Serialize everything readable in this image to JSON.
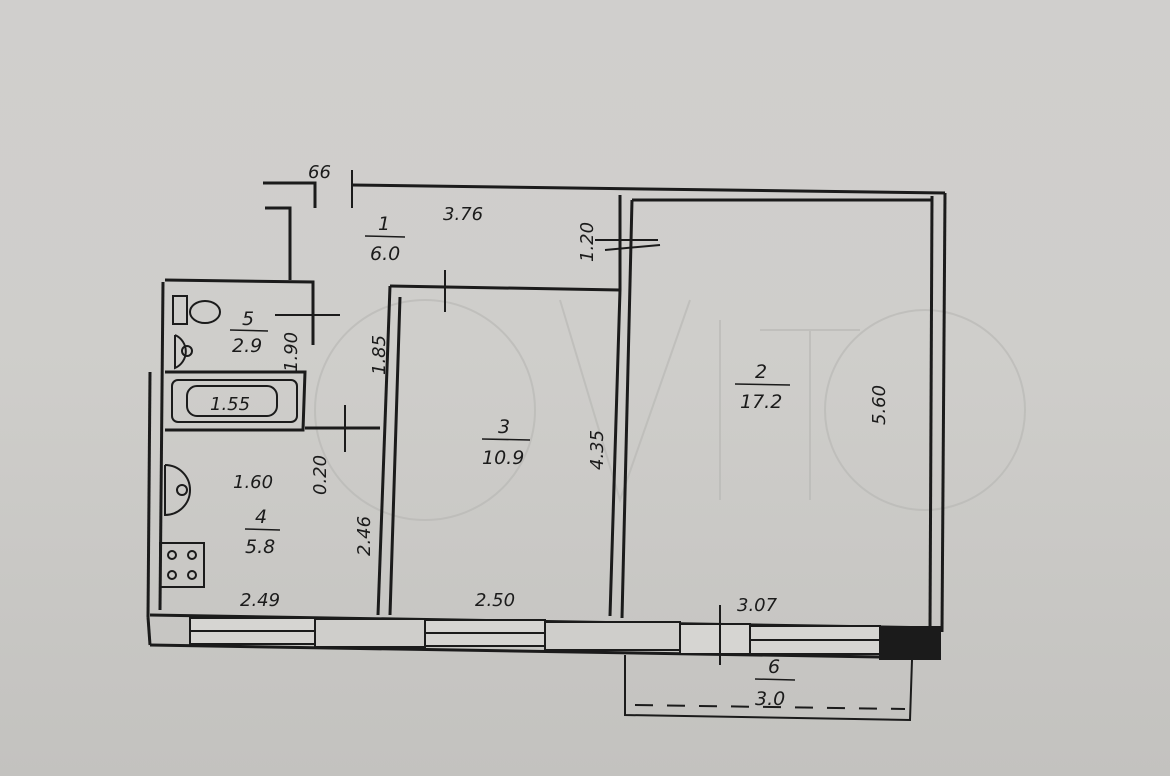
{
  "plan": {
    "rooms": [
      {
        "id": "1",
        "number": "1",
        "area": "6.0"
      },
      {
        "id": "2",
        "number": "2",
        "area": "17.2"
      },
      {
        "id": "3",
        "number": "3",
        "area": "10.9"
      },
      {
        "id": "4",
        "number": "4",
        "area": "5.8"
      },
      {
        "id": "5",
        "number": "5",
        "area": "2.9"
      },
      {
        "id": "6",
        "number": "6",
        "area": "3.0"
      }
    ],
    "dimensions": {
      "d_66": "66",
      "d_376": "3.76",
      "d_120": "1.20",
      "d_185": "1.85",
      "d_190": "1.90",
      "d_155": "1.55",
      "d_020": "0.20",
      "d_160": "1.60",
      "d_246": "2.46",
      "d_249": "2.49",
      "d_250": "2.50",
      "d_435": "4.35",
      "d_560": "5.60",
      "d_307": "3.07"
    },
    "colors": {
      "paper": "#cfcecb",
      "ink": "#1b1b1b",
      "watermark": "#b6b5b2"
    }
  }
}
